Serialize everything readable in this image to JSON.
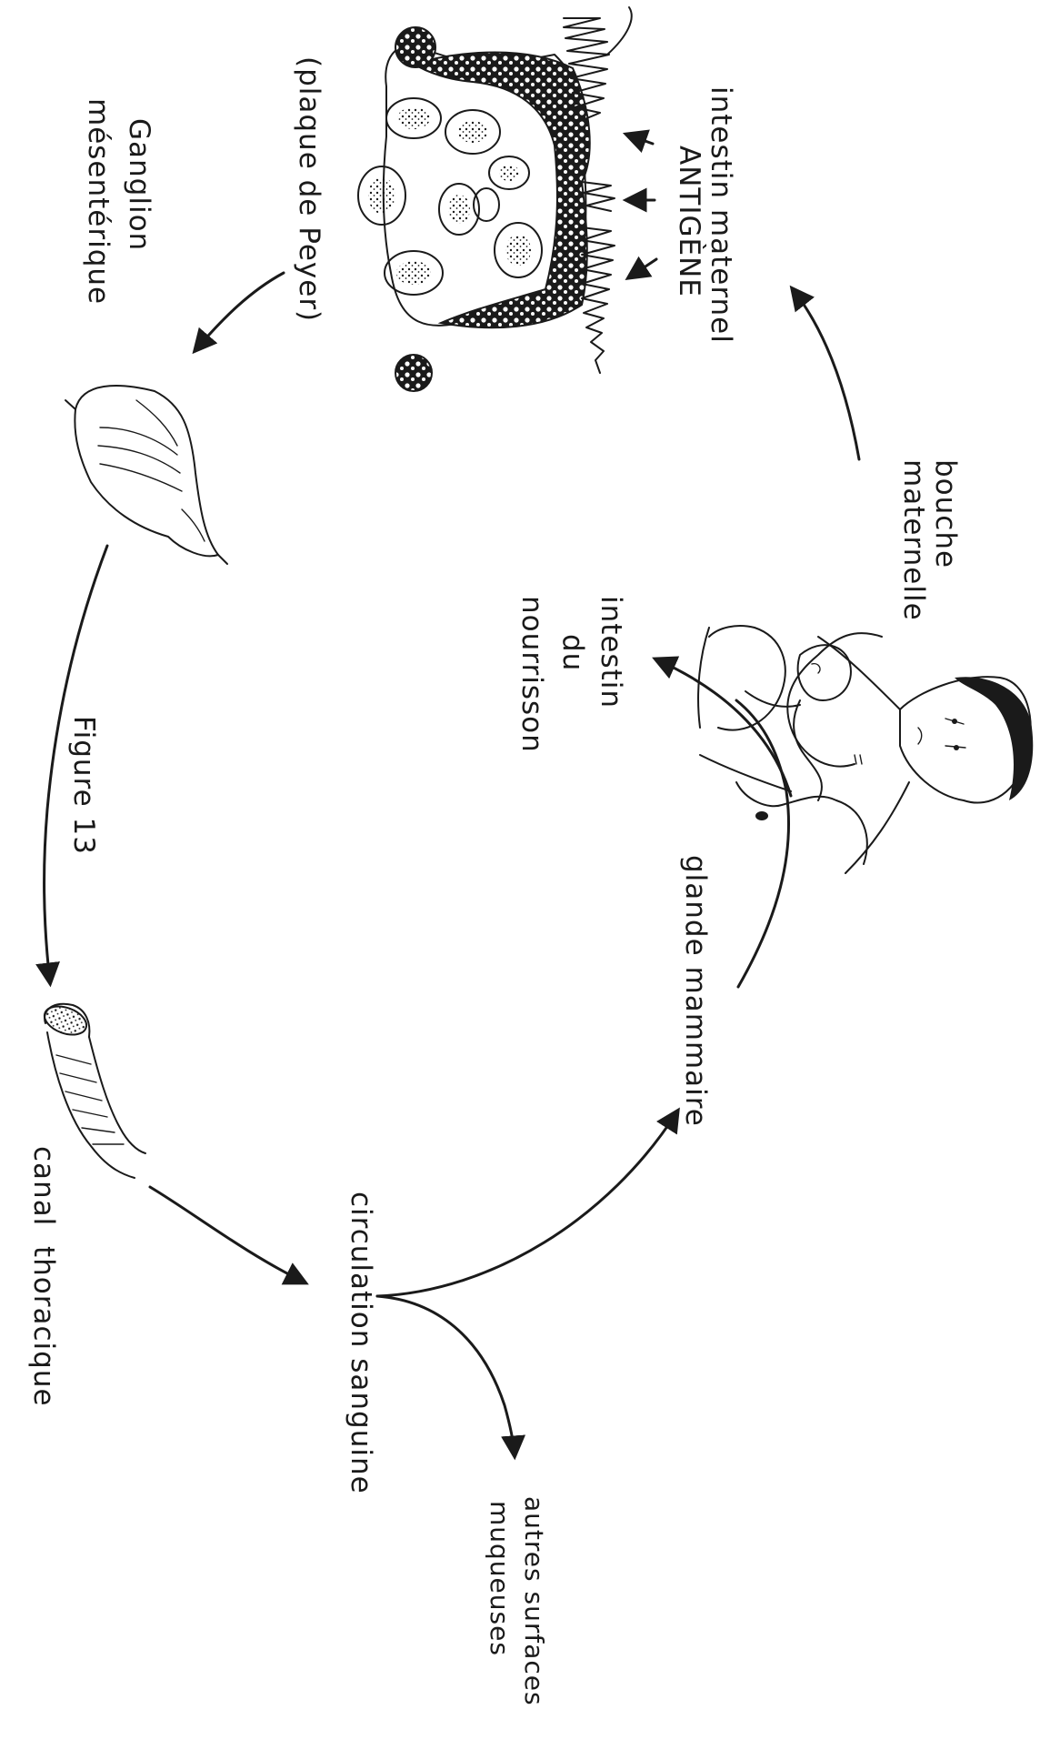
{
  "figure": {
    "caption": "Figure 13",
    "labels": {
      "intestin_maternel": "intestin maternel",
      "antigene": "ANTIGÈNE",
      "plaque_de_peyer": "(plaque de Peyer)",
      "ganglion": "Ganglion",
      "mesenterique": "mésentérique",
      "bouche": "bouche",
      "maternelle": "maternelle",
      "intestin": "intestin",
      "du": "du",
      "nourrisson": "nourrisson",
      "glande_mammaire": "glande mammaire",
      "circulation_sanguine": "circulation sanguine",
      "canal": "canal",
      "thoracique": "thoracique",
      "autres_surfaces": "autres surfaces",
      "muqueuses": "muqueuses"
    }
  },
  "colors": {
    "ink": "#1a1a1a",
    "paper": "#ffffff"
  }
}
